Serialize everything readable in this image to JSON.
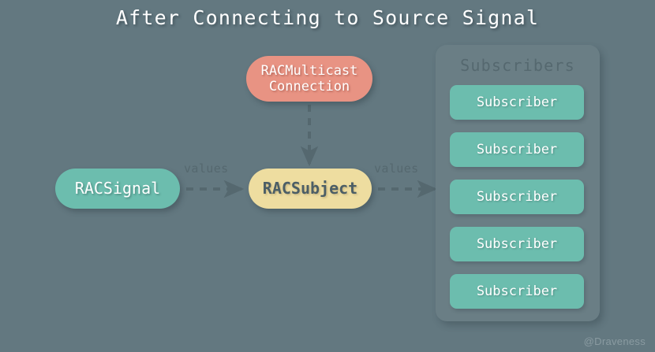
{
  "diagram": {
    "title": "After Connecting to Source Signal",
    "type": "flow-diagram",
    "background_color": "#637880",
    "nodes": [
      {
        "id": "racsignal",
        "label": "RACSignal",
        "shape": "pill",
        "fill": "#6CBDAE",
        "text_color": "#FFFFFF"
      },
      {
        "id": "racmulticastconnection",
        "label_line1": "RACMulticast",
        "label_line2": "Connection",
        "shape": "pill",
        "fill": "#E89383",
        "text_color": "#FFFFFF"
      },
      {
        "id": "racsubject",
        "label": "RACSubject",
        "shape": "pill",
        "fill": "#EEDDA0",
        "text_color": "#4C5E66"
      }
    ],
    "edges": [
      {
        "id": "signal-to-subject",
        "from": "racsignal",
        "to": "racsubject",
        "label": "values",
        "style": "dashed",
        "color": "#55686F"
      },
      {
        "id": "multicast-to-subject",
        "from": "racmulticastconnection",
        "to": "racsubject",
        "label": "",
        "style": "dashed",
        "color": "#55686F"
      },
      {
        "id": "subject-to-subscribers",
        "from": "racsubject",
        "to": "subscribers-panel",
        "label": "values",
        "style": "dashed",
        "color": "#55686F"
      }
    ],
    "panel": {
      "title": "Subscribers",
      "fill": "#6A7E85",
      "title_color": "#55686F",
      "items": [
        {
          "label": "Subscriber"
        },
        {
          "label": "Subscriber"
        },
        {
          "label": "Subscriber"
        },
        {
          "label": "Subscriber"
        },
        {
          "label": "Subscriber"
        }
      ]
    },
    "watermark": "@Draveness"
  }
}
